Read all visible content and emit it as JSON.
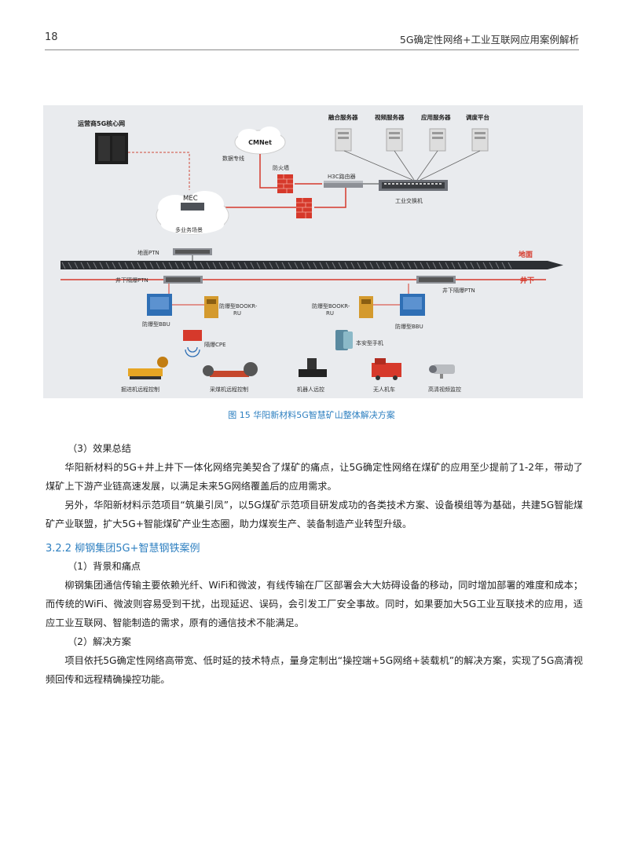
{
  "header": {
    "page_number": "18",
    "title": "5G确定性网络+工业互联网应用案例解析"
  },
  "figure": {
    "labels": {
      "core": "运营商5G核心网",
      "cmnet": "CMNet",
      "data_line": "数据专线",
      "firewall": "防火墙",
      "router": "H3C路由器",
      "switch": "工业交换机",
      "servers": [
        "融合服务器",
        "视频服务器",
        "应用服务器",
        "调度平台"
      ],
      "mec": "MEC",
      "scenes": "多业务场景",
      "ptn_ground": "地面PTN",
      "ground": "地面",
      "underground": "井下",
      "ptn_under_left": "井下隔爆PTN",
      "ptn_under_right": "井下隔爆PTN",
      "rru_left": "防爆型BOOKR-RU",
      "rru_right": "防爆型BOOKR-RU",
      "bbu_left": "防爆型BBU",
      "bbu_right": "防爆型BBU",
      "cpe": "隔爆CPE",
      "phone": "本安型手机",
      "devices": [
        "掘进机远程控制",
        "采煤机远程控制",
        "机器人远控",
        "无人机车",
        "高清视频监控"
      ]
    },
    "caption": "图 15 华阳新材料5G智慧矿山整体解决方案"
  },
  "body": {
    "s3_heading": "（3）效果总结",
    "s3_p1": "华阳新材料的5G+井上井下一体化网络完美契合了煤矿的痛点，让5G确定性网络在煤矿的应用至少提前了1-2年，带动了煤矿上下游产业链高速发展，以满足未来5G网络覆盖后的应用需求。",
    "s3_p2": "另外，华阳新材料示范项目“筑巢引凤”，以5G煤矿示范项目研发成功的各类技术方案、设备模组等为基础，共建5G智能煤矿产业联盟，扩大5G+智能煤矿产业生态圈，助力煤炭生产、装备制造产业转型升级。",
    "section_title": "3.2.2 柳钢集团5G+智慧钢铁案例",
    "s1_heading": "（1）背景和痛点",
    "s1_p1": "柳钢集团通信传输主要依赖光纤、WiFi和微波，有线传输在厂区部署会大大妨碍设备的移动，同时增加部署的难度和成本；而传统的WiFi、微波则容易受到干扰，出现延迟、误码，会引发工厂安全事故。同时，如果要加大5G工业互联技术的应用，适应工业互联网、智能制造的需求，原有的通信技术不能满足。",
    "s2_heading": "（2）解决方案",
    "s2_p1": "项目依托5G确定性网络高带宽、低时延的技术特点，量身定制出“操控端+5G网络+装载机”的解决方案，实现了5G高清视频回传和远程精确操控功能。"
  }
}
